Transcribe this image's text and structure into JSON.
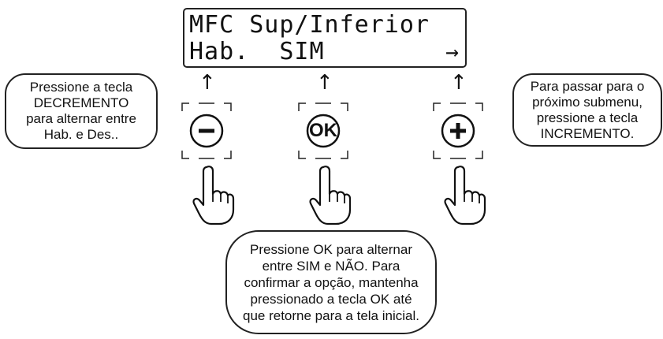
{
  "display": {
    "line1": "MFC Sup/Inferior",
    "line2": "Hab.  SIM",
    "line2_arrow": "→"
  },
  "keys": {
    "minus_label": "−",
    "ok_label": "OK",
    "plus_label": "+"
  },
  "callouts": {
    "left": [
      "Pressione a tecla",
      "DECREMENTO",
      "para alternar entre",
      "Hab. e Des.."
    ],
    "right": [
      "Para passar para o",
      "próximo submenu,",
      "pressione a tecla",
      "INCREMENTO."
    ],
    "bottom": [
      "Pressione OK para alternar",
      "entre SIM e NÃO. Para",
      "confirmar a opção, mantenha",
      "pressionado  a tecla OK até",
      "que retorne para a tela inicial."
    ]
  }
}
